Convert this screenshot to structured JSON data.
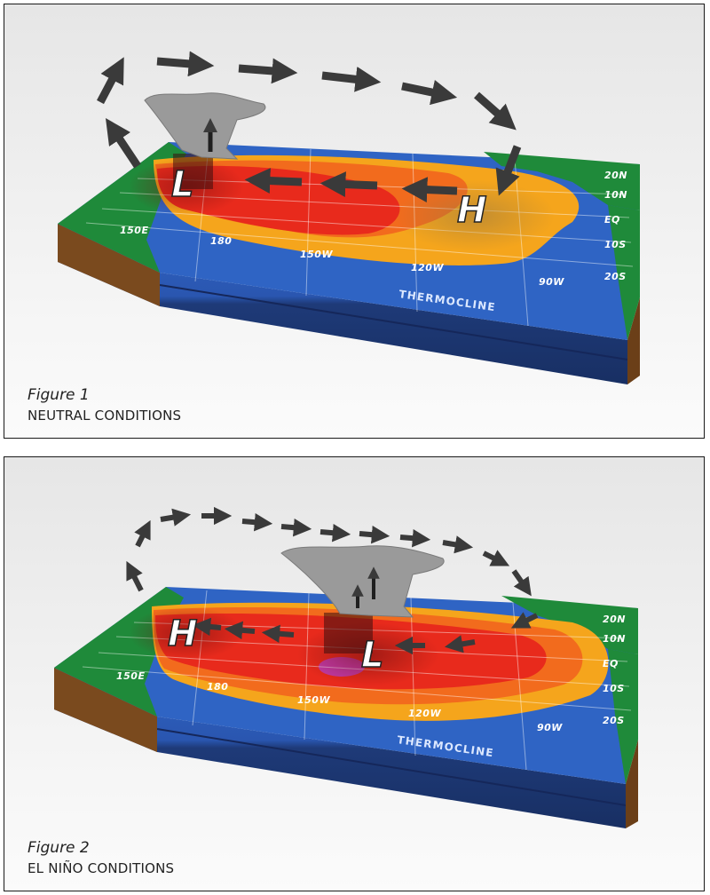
{
  "figures": [
    {
      "number": "Figure 1",
      "title": "NEUTRAL CONDITIONS",
      "pressure_west": "L",
      "pressure_east": "H",
      "longitude_labels": [
        "150E",
        "180",
        "150W",
        "120W",
        "90W"
      ],
      "latitude_labels": [
        "20N",
        "10N",
        "EQ",
        "10S",
        "20S"
      ],
      "thermocline_label": "THERMOCLINE",
      "icons": [
        "cloud-icon",
        "wind-arrow-icon",
        "rising-air-arrow-icon",
        "sinking-air-arrow-icon"
      ],
      "colors": {
        "ocean_deep": "#1e3a78",
        "ocean_mid": "#2f64c4",
        "warm_core": "#e82a1c",
        "warm": "#f26b1d",
        "cool": "#f5a51c",
        "land": "#1f8a3a",
        "earth": "#7a4a1e"
      }
    },
    {
      "number": "Figure 2",
      "title": "EL NIÑO CONDITIONS",
      "pressure_west": "H",
      "pressure_east": "L",
      "longitude_labels": [
        "150E",
        "180",
        "150W",
        "120W",
        "90W"
      ],
      "latitude_labels": [
        "20N",
        "10N",
        "EQ",
        "10S",
        "20S"
      ],
      "thermocline_label": "THERMOCLINE",
      "icons": [
        "cloud-icon",
        "wind-arrow-icon",
        "rising-air-arrow-icon",
        "sinking-air-arrow-icon"
      ],
      "colors": {
        "ocean_deep": "#1e3a78",
        "ocean_mid": "#2f64c4",
        "warm_core": "#e82a1c",
        "warm": "#f26b1d",
        "cool": "#f5a51c",
        "hot_spot": "#c23aa8",
        "land": "#1f8a3a",
        "earth": "#7a4a1e"
      }
    }
  ]
}
